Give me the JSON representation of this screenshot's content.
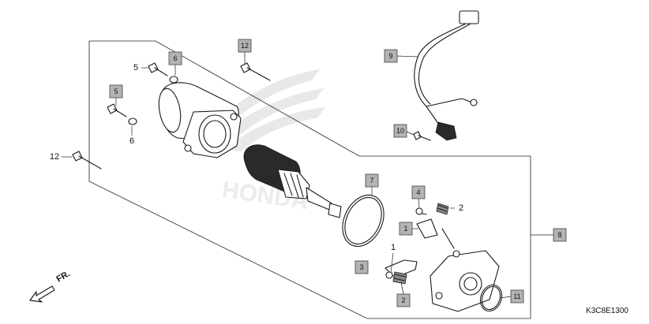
{
  "diagram": {
    "code": "K3C8E1300",
    "direction_label": "FR.",
    "watermark": "HONDA"
  },
  "callouts": {
    "c1": "1",
    "c2a": "2",
    "c2b": "2",
    "c3": "3",
    "c4": "4",
    "c5a": "5",
    "c5b": "5",
    "c6a": "6",
    "c6b": "6",
    "c7": "7",
    "c8": "8",
    "c9": "9",
    "c10": "10",
    "c11": "11",
    "c12a": "12",
    "c12b": "12"
  }
}
